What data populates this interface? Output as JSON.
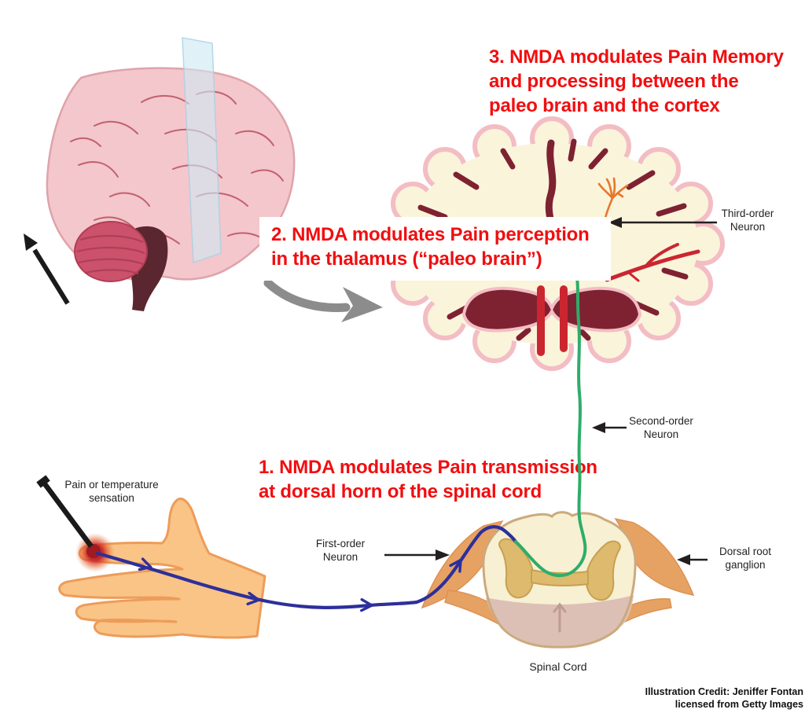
{
  "annotations": {
    "color": "#F10E10",
    "step1": "1. NMDA modulates Pain transmission\nat dorsal horn of the spinal cord",
    "step2": "2. NMDA modulates Pain perception\nin the thalamus (“paleo brain”)",
    "step3": "3. NMDA modulates Pain Memory\nand processing between the\npaleo brain and the cortex"
  },
  "labels": {
    "pain_sensation": "Pain or temperature\nsensation",
    "first_order": "First-order\nNeuron",
    "second_order": "Second-order\nNeuron",
    "third_order": "Third-order\nNeuron",
    "dorsal_root_ganglion": "Dorsal root\nganglion",
    "spinal_cord": "Spinal Cord"
  },
  "credit": "Illustration Credit: Jeniffer Fontan\nlicensed from Getty Images",
  "illustration_parts": [
    "sagittal-brain",
    "coronal-slice-plane",
    "gray-curved-arrow",
    "coronal-brain-section",
    "third-order-neuron-branch",
    "second-order-neuron-green-path",
    "first-order-neuron-blue-path",
    "spinal-cord-cross-section",
    "dorsal-root-ganglion-wings",
    "hand-with-pain-stimulus",
    "pain-stimulus-pin"
  ],
  "colors": {
    "annotation_red": "#F10E10",
    "label_text": "#231F20",
    "first_neuron_blue": "#2D2F9B",
    "second_neuron_green": "#2EAD6A",
    "third_neuron_orange": "#E8772B",
    "hand_skin": "#F9C486",
    "cortex_cream": "#FAF4DB",
    "brain_outline_pink": "#F3BDC4",
    "deep_maroon": "#7E2231",
    "artery_red": "#CB2630",
    "sagittal_brain_pink": "#F3C7CC",
    "cerebellum_crimson": "#CC526B",
    "slice_plane_blue": "#CFE8F4",
    "gray_arrow": "#8C8C8C",
    "ganglion_orange": "#E6A263",
    "cord_gray_matter": "#DDBA6E",
    "cord_ventral_pink": "#DCC0B5"
  }
}
